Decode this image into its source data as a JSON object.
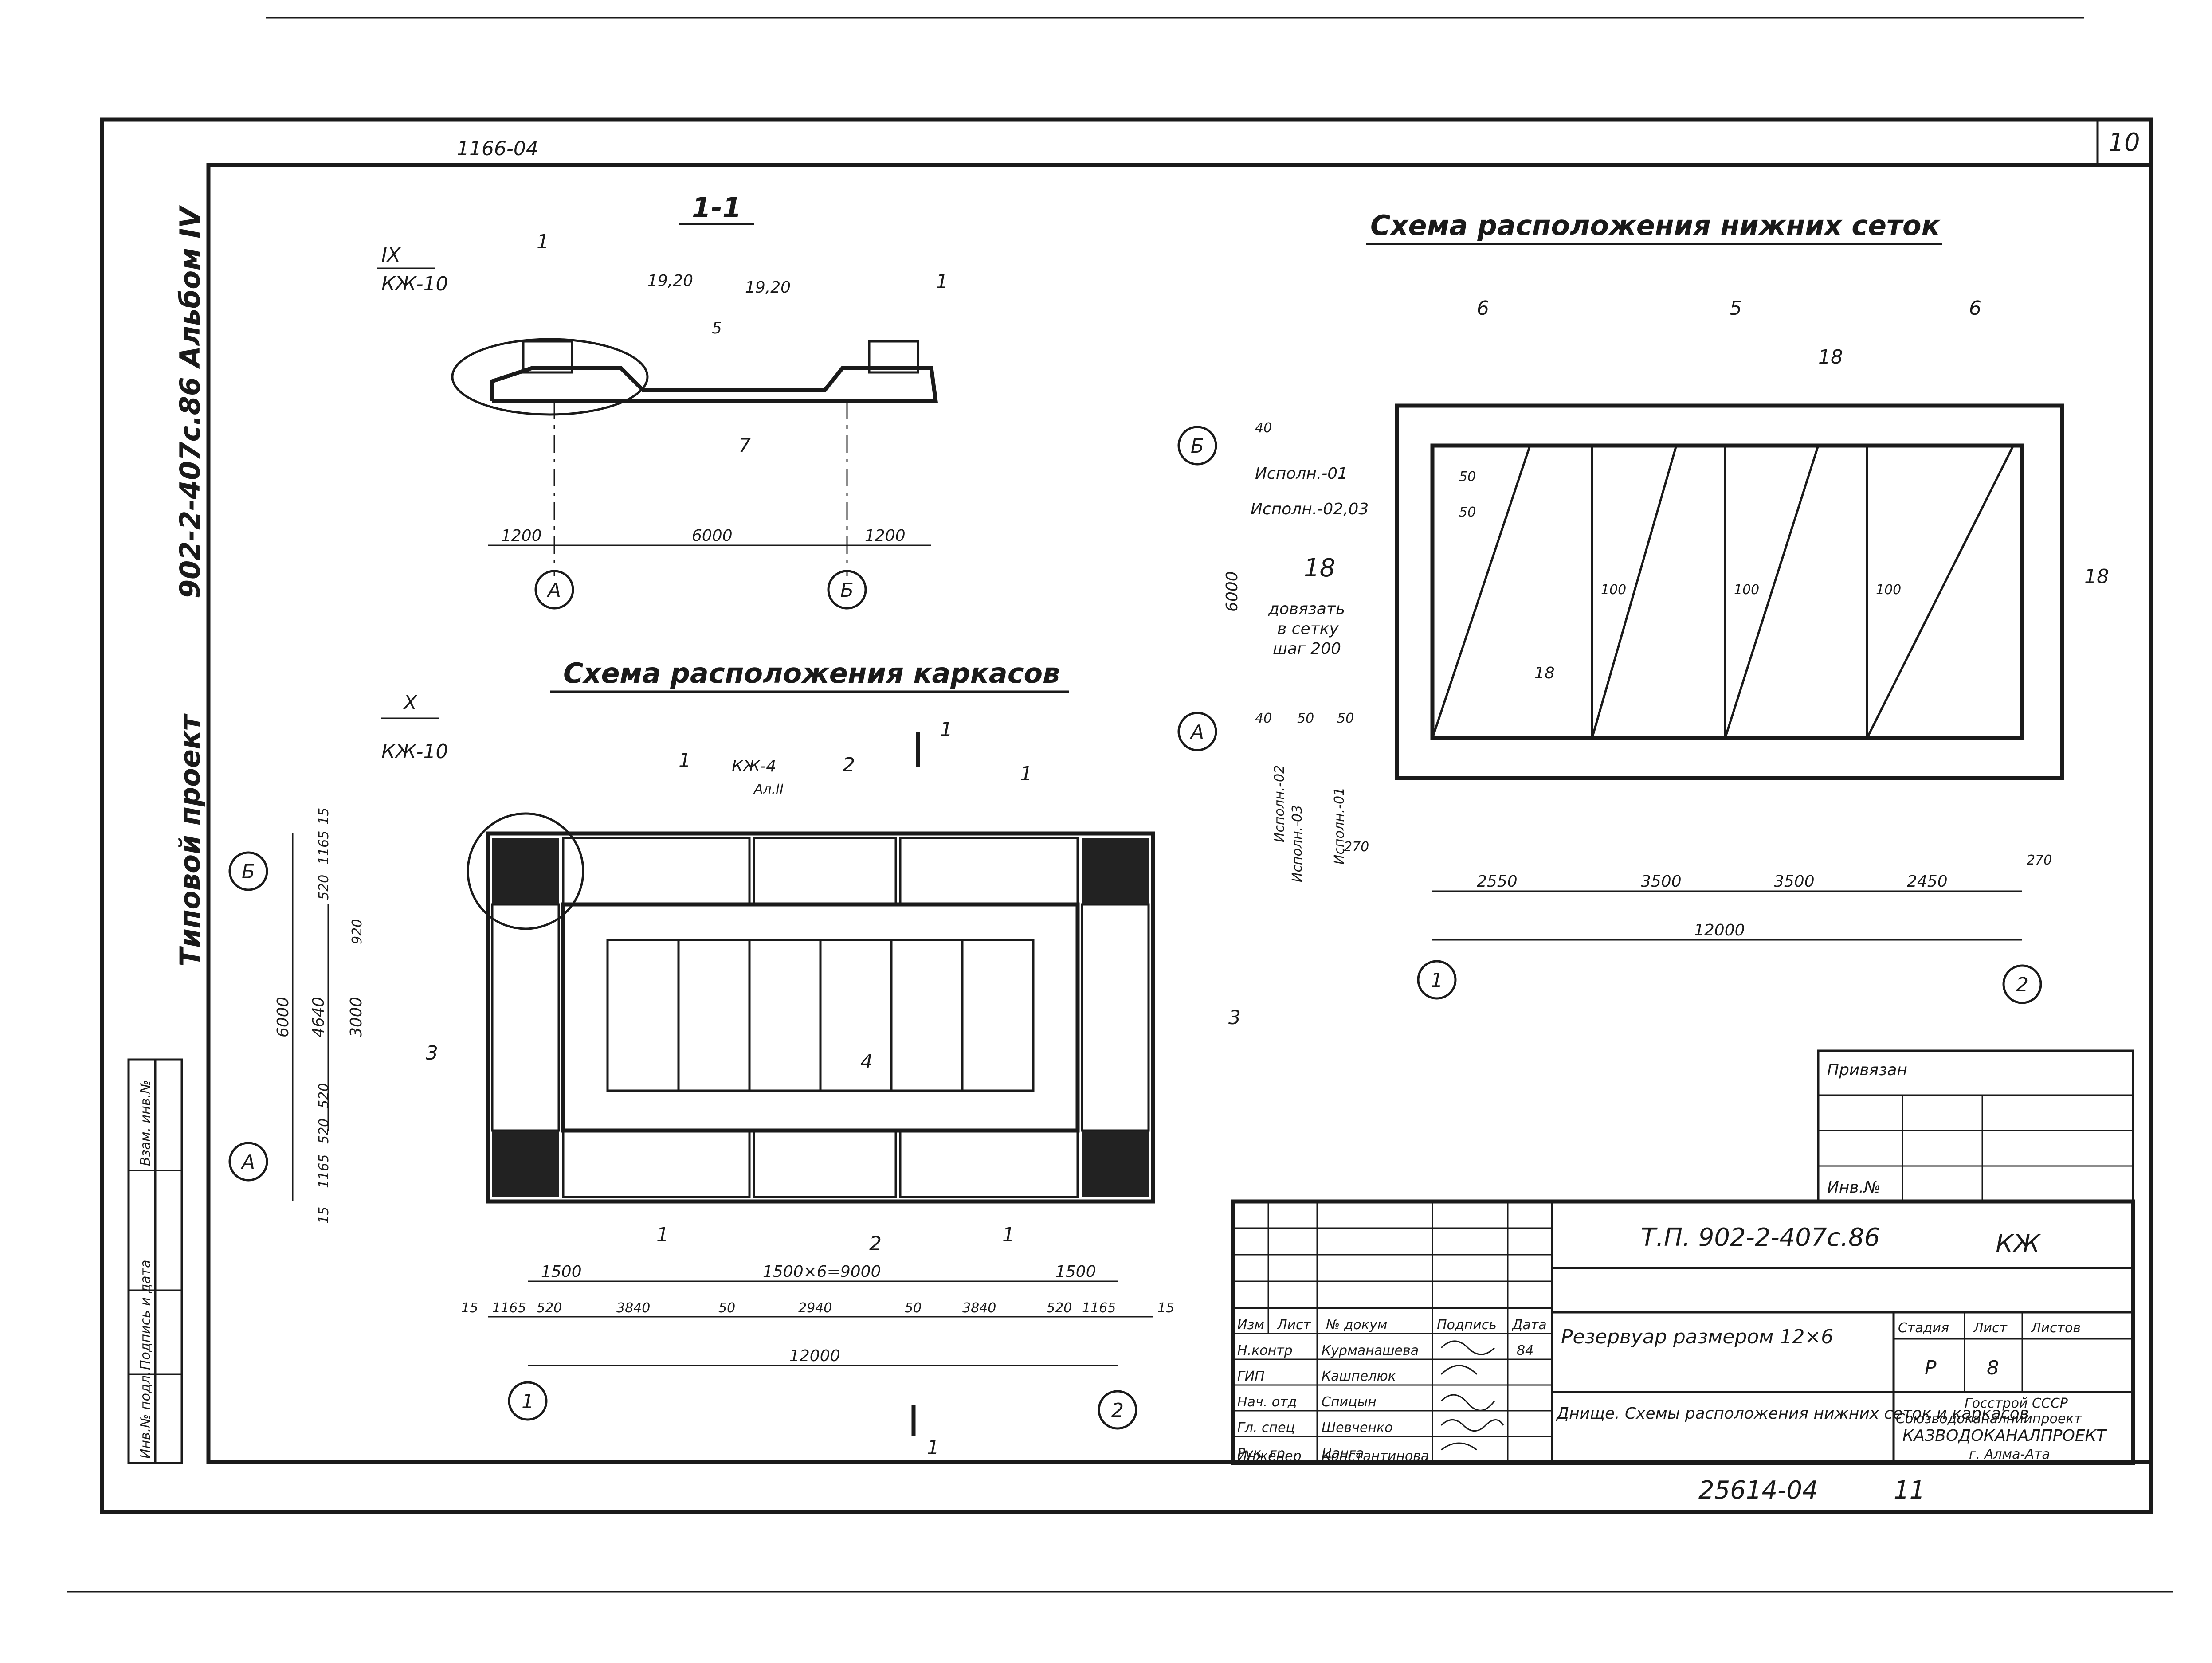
{
  "sheet": {
    "sheet_number": "10",
    "archive_top": "1166-04",
    "side_project": "902-2-407с.86  Альбом IV",
    "side_type": "Типовой проект"
  },
  "section": {
    "title": "1-1",
    "node_ref": "IX",
    "node_sheet": "КЖ-10",
    "labels": [
      "1",
      "19,20",
      "19,20",
      "5",
      "1",
      "7"
    ],
    "dims": [
      "1200",
      "6000",
      "1200"
    ],
    "axes": [
      "А",
      "Б"
    ]
  },
  "bottom_mesh": {
    "title": "Схема расположения нижних сеток",
    "labels": [
      "6",
      "5",
      "6",
      "18",
      "18",
      "18"
    ],
    "execution": [
      "Исполн.-01",
      "Исполн.-02,03",
      "Исполн.-02",
      "Исполн.-03",
      "Исполн.-01"
    ],
    "small_dims": [
      "40",
      "50",
      "50",
      "40",
      "50",
      "50",
      "100",
      "100",
      "100"
    ],
    "note": [
      "довязать",
      "в сетку",
      "шаг 200"
    ],
    "height_dim": "6000",
    "edge_dims": [
      "270",
      "270"
    ],
    "dims": [
      "2550",
      "3500",
      "3500",
      "2450"
    ],
    "total": "12000",
    "axes_v": [
      "Б",
      "А"
    ],
    "axes_h": [
      "1",
      "2"
    ]
  },
  "frames": {
    "title": "Схема расположения каркасов",
    "node_ref": "X",
    "node_sheet": "КЖ-10",
    "kzh": [
      "КЖ-4",
      "Ал.II"
    ],
    "cut_label": "1",
    "labels": [
      "1",
      "2",
      "1",
      "3",
      "4",
      "3",
      "1",
      "2",
      "1"
    ],
    "left_dims": [
      "15",
      "1165",
      "520",
      "920",
      "4640",
      "3000",
      "6000",
      "520",
      "520",
      "1165",
      "15"
    ],
    "bottom_dims": [
      "15",
      "1165",
      "520",
      "3840",
      "50",
      "2940",
      "50",
      "3840",
      "520",
      "1165",
      "15"
    ],
    "span_dims": [
      "1500",
      "1500×6=9000",
      "1500"
    ],
    "total": "12000",
    "axes_v": [
      "Б",
      "А"
    ],
    "axes_h": [
      "1",
      "2"
    ]
  },
  "left_stamp": [
    "Инв.№ подл.",
    "Подпись и дата",
    "Взам. инв.№"
  ],
  "privyazan": {
    "title": "Привязан",
    "inv": "Инв.№"
  },
  "title_block": {
    "code": "Т.П. 902-2-407с.86",
    "mark": "КЖ",
    "headers": [
      "Изм",
      "Лист",
      "№ докум",
      "Подпись",
      "Дата"
    ],
    "people": [
      {
        "role": "Н.контр",
        "name": "Курманашева",
        "date": "84"
      },
      {
        "role": "ГИП",
        "name": "Кашпелюк",
        "date": ""
      },
      {
        "role": "Нач. отд",
        "name": "Спицын",
        "date": ""
      },
      {
        "role": "Гл. спец",
        "name": "Шевченко",
        "date": ""
      },
      {
        "role": "Рук. гр.",
        "name": "Цанга",
        "date": ""
      },
      {
        "role": "Инженер",
        "name": "Константинова",
        "date": ""
      }
    ],
    "object": "Резервуар размером 12×6",
    "drawing": "Днище. Схемы расположения нижних сеток и каркасов",
    "stage_label": "Стадия",
    "sheet_label": "Лист",
    "sheets_label": "Листов",
    "stage": "Р",
    "sheet": "8",
    "org1": "Госстрой СССР",
    "org2": "Союзводоканалниипроект",
    "org3": "КАЗВОДОКАНАЛПРОЕКТ",
    "org4": "г. Алма-Ата",
    "archive": "25614-04",
    "archive_sheet": "11"
  }
}
